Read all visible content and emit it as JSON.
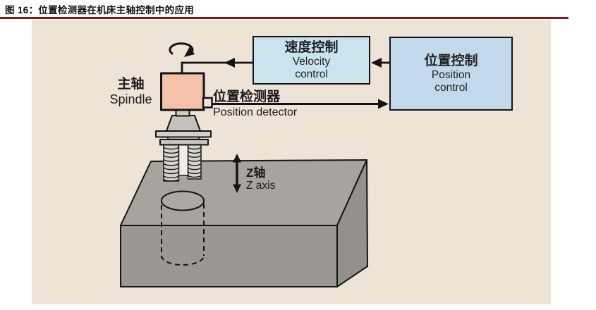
{
  "figure": {
    "title": "图 16：位置检测器在机床主轴控制中的应用"
  },
  "diagram": {
    "velocity_box": {
      "zh": "速度控制",
      "en1": "Velocity",
      "en2": "control"
    },
    "position_box": {
      "zh": "位置控制",
      "en1": "Position",
      "en2": "control"
    },
    "spindle": {
      "zh": "主轴",
      "en": "Spindle"
    },
    "position_detector": {
      "zh": "位置检测器",
      "en": "Position detector"
    },
    "z_axis": {
      "zh": "Z轴",
      "en": "Z axis"
    },
    "icons": {
      "rotation_arrow": "spindle-rotation-curved-arrow",
      "z_axis_arrow": "vertical-double-headed-arrow"
    },
    "colors": {
      "title_rule_red": "#8b1912",
      "panel_beige": "#ede3d7",
      "velocity_box_blue": "#c9e4ef",
      "position_box_blue": "#c2d9eb",
      "spindle_peach": "#f4c2a8",
      "tool_gray_light": "#d7d3cd",
      "block_gray_top": "#a7a39e",
      "block_gray_front": "#9b9792",
      "block_gray_side": "#94908b",
      "line_black": "#141414"
    }
  }
}
